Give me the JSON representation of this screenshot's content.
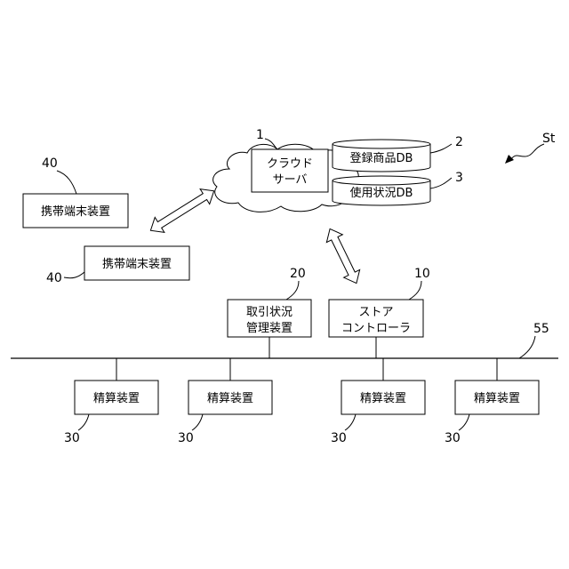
{
  "figure_tag": "St",
  "cloud": {
    "ref": "1",
    "server_line1": "クラウド",
    "server_line2": "サーバ",
    "db_registered": {
      "ref": "2",
      "label": "登録商品DB"
    },
    "db_usage": {
      "ref": "3",
      "label": "使用状況DB"
    }
  },
  "mobile_terminals": [
    {
      "ref": "40",
      "label": "携帯端末装置"
    },
    {
      "ref": "40",
      "label": "携帯端末装置"
    }
  ],
  "transaction_manager": {
    "ref": "20",
    "line1": "取引状況",
    "line2": "管理装置"
  },
  "store_controller": {
    "ref": "10",
    "line1": "ストア",
    "line2": "コントローラ"
  },
  "network": {
    "ref": "55"
  },
  "settlement_devices": [
    {
      "ref": "30",
      "label": "精算装置"
    },
    {
      "ref": "30",
      "label": "精算装置"
    },
    {
      "ref": "30",
      "label": "精算装置"
    },
    {
      "ref": "30",
      "label": "精算装置"
    }
  ]
}
